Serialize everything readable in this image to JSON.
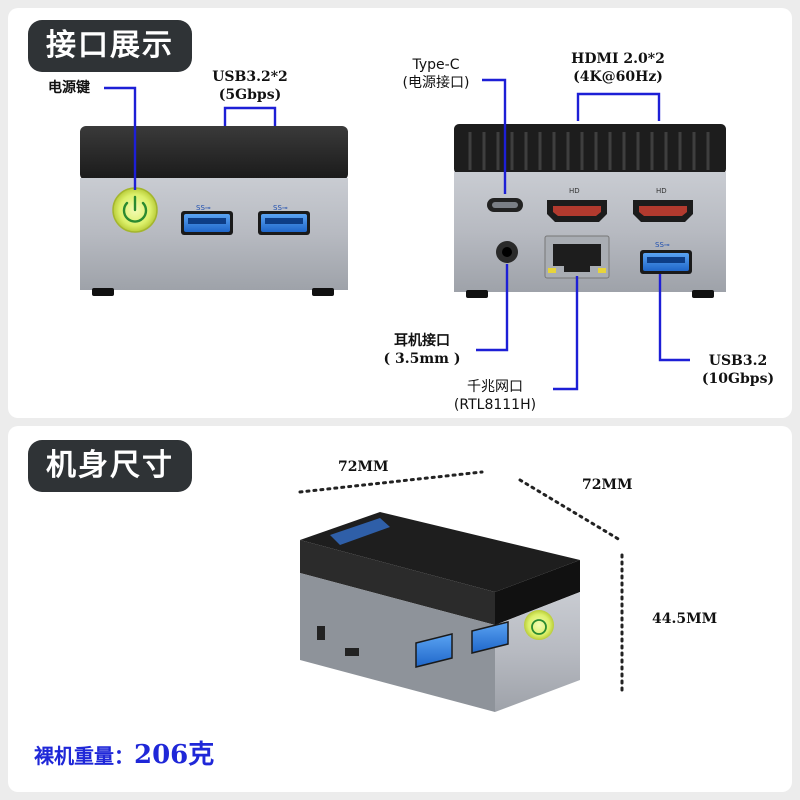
{
  "ports_section": {
    "title": "接口展示",
    "front": {
      "power_key": "电源键",
      "usb_front_line1": "USB3.2*2",
      "usb_front_line2": "(5Gbps)",
      "usb_logo": "SS⊸"
    },
    "back": {
      "typec_line1": "Type-C",
      "typec_line2": "(电源接口)",
      "hdmi_line1": "HDMI 2.0*2",
      "hdmi_line2": "(4K@60Hz)",
      "hd_badge": "HD",
      "headphone_line1": "耳机接口",
      "headphone_line2": "( 3.5mm )",
      "lan_line1": "千兆网口",
      "lan_line2": "(RTL8111H)",
      "usb_back_line1": "USB3.2",
      "usb_back_line2": "(10Gbps)"
    }
  },
  "dims_section": {
    "title": "机身尺寸",
    "width": "72MM",
    "depth": "72MM",
    "height": "44.5MM",
    "weight_label": "裸机重量：",
    "weight_value": "206克"
  },
  "colors": {
    "leader_line": "#1d1fd6",
    "title_bg": "#2f3336",
    "weight_text": "#1f27d8",
    "usb_blue": "#2f7fe0",
    "power_ring": "#d8f05a"
  }
}
